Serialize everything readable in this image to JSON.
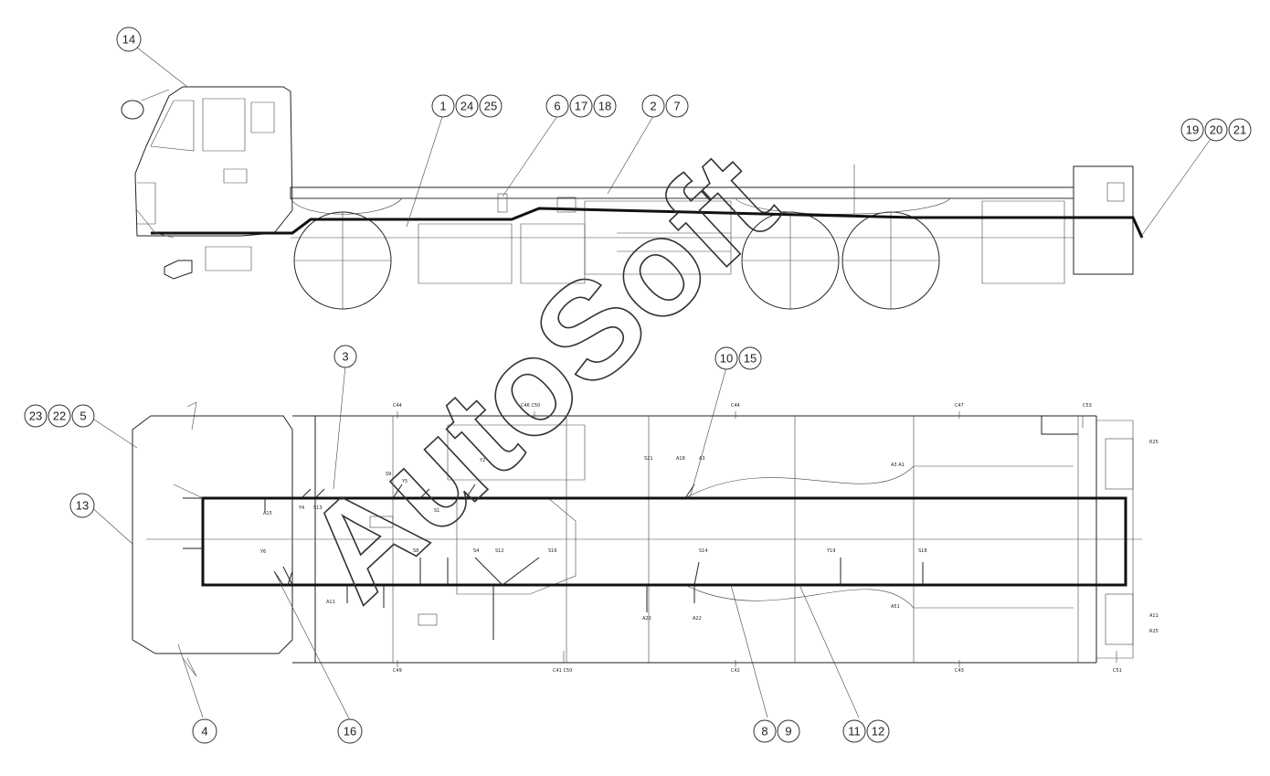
{
  "watermark": "AutoSoft",
  "balloons": [
    {
      "id": "b14",
      "label": "14"
    },
    {
      "id": "b1",
      "label": "1"
    },
    {
      "id": "b24",
      "label": "24"
    },
    {
      "id": "b25",
      "label": "25"
    },
    {
      "id": "b6",
      "label": "6"
    },
    {
      "id": "b17",
      "label": "17"
    },
    {
      "id": "b18",
      "label": "18"
    },
    {
      "id": "b2",
      "label": "2"
    },
    {
      "id": "b7",
      "label": "7"
    },
    {
      "id": "b19",
      "label": "19"
    },
    {
      "id": "b20",
      "label": "20"
    },
    {
      "id": "b21",
      "label": "21"
    },
    {
      "id": "b3",
      "label": "3"
    },
    {
      "id": "b10",
      "label": "10"
    },
    {
      "id": "b15",
      "label": "15"
    },
    {
      "id": "b23",
      "label": "23"
    },
    {
      "id": "b22",
      "label": "22"
    },
    {
      "id": "b5",
      "label": "5"
    },
    {
      "id": "b13",
      "label": "13"
    },
    {
      "id": "b4",
      "label": "4"
    },
    {
      "id": "b16",
      "label": "16"
    },
    {
      "id": "b8",
      "label": "8"
    },
    {
      "id": "b9",
      "label": "9"
    },
    {
      "id": "b11",
      "label": "11"
    },
    {
      "id": "b12",
      "label": "12"
    }
  ],
  "callouts": {
    "c44_top": "C44",
    "c44_top2": "C44",
    "c47_top": "C47",
    "c53_top": "C53",
    "c46_c50_top": "C46 C50",
    "s21": "S21",
    "a18": "A18",
    "a3": "A3",
    "a15": "A15",
    "s13": "S13",
    "s4": "S4",
    "y4": "Y4",
    "y5": "Y5",
    "s1": "S1",
    "s8": "S8",
    "s12": "S12",
    "s16": "S16",
    "s14": "S14",
    "s18": "S18",
    "y2": "Y2",
    "y6": "Y6",
    "y19": "Y19",
    "a3_a1": "A3 A1",
    "s9": "S9",
    "a11": "A11",
    "c49": "C49",
    "c41_c50": "C41 C50",
    "c42": "C42",
    "c43": "C43",
    "c51": "C51",
    "r25_top": "R25",
    "r25_bot": "R25",
    "a11_bot": "A11",
    "a20": "A20",
    "a22": "A22",
    "a51": "A51"
  }
}
